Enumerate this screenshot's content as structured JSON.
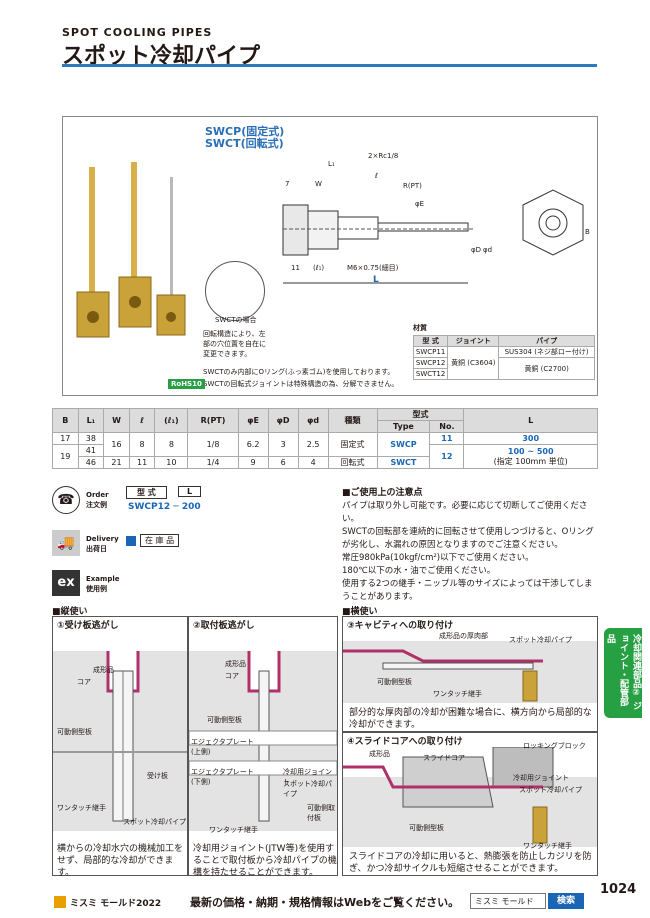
{
  "header": {
    "subtitle_en": "SPOT COOLING PIPES",
    "title_jp": "スポット冷却パイプ"
  },
  "product": {
    "swcp_label": "SWCP(固定式)",
    "swct_label": "SWCT(回転式)",
    "rohs": "RoHS10",
    "swct_case": "SWCTの場合",
    "swct_case_note": "回転構造により、左部の穴位置を自在に変更できます。",
    "note1": "SWCTのみ内部にOリング(ふっ素ゴム)を使用しております。",
    "note2": "SWCTの回転式ジョイントは特殊構造の為、分解できません。"
  },
  "drawing": {
    "L1": "L₁",
    "rc": "2×Rc1/8",
    "seven": "7",
    "w": "W",
    "l": "ℓ",
    "rpt": "R(PT)",
    "phiE": "φE",
    "phiD": "φD",
    "phid": "φd",
    "eleven": "11",
    "l1": "(ℓ₁)",
    "m6": "M6×0.75(細目)",
    "L": "L",
    "B": "B"
  },
  "materials": {
    "title": "材質",
    "headers": [
      "型 式",
      "ジョイント",
      "パイプ"
    ],
    "rows": [
      {
        "type": "SWCP11",
        "joint": "黄銅 (C3604)",
        "pipe": "SUS304 (ネジ部ロー付け)"
      },
      {
        "type": "SWCP12",
        "joint": "",
        "pipe": "黄銅 (C2700)"
      },
      {
        "type": "SWCT12",
        "joint": "",
        "pipe": ""
      }
    ]
  },
  "spec": {
    "headers": [
      "B",
      "L₁",
      "W",
      "ℓ",
      "(ℓ₁)",
      "R(PT)",
      "φE",
      "φD",
      "φd",
      "種類",
      "型式",
      "L"
    ],
    "sub_headers": [
      "Type",
      "No."
    ],
    "r1": {
      "B": "17",
      "L1": "38",
      "W": "16",
      "l": "8",
      "l1": "8",
      "R": "1/8",
      "E": "6.2",
      "D": "3",
      "d": "2.5",
      "kind": "固定式",
      "type": "SWCP",
      "no": "11",
      "L": "300"
    },
    "r2": {
      "B": "19",
      "L1a": "41",
      "L1b": "46",
      "W2": "21",
      "l2": "11",
      "l1b": "10",
      "R2": "1/4",
      "E2": "9",
      "D2": "6",
      "d2": "4",
      "kind2": "回転式",
      "type2": "SWCT",
      "no2": "12",
      "L2a": "100 ~ 500",
      "L2b": "(指定 100mm 単位)"
    }
  },
  "order": {
    "label_jp": "注文例",
    "label_en": "Order",
    "col1": "型 式",
    "col2": "L",
    "example": "SWCP12 ─ 200",
    "delivery_en": "Delivery",
    "delivery_jp": "出荷日",
    "stock": "在 庫 品",
    "example_en": "Example",
    "example_jp": "使用例"
  },
  "cautions": {
    "title": "■ご使用上の注意点",
    "items": [
      "パイプは取り外し可能です。必要に応じて切断してご使用ください。",
      "SWCTの回転部を連続的に回転させて使用しつづけると、Oリングが劣化し、水漏れの原因となりますのでご注意ください。",
      "常圧980kPa(10kgf/cm²)以下でご使用ください。",
      "180℃以下の水・油でご使用ください。",
      "使用する2つの継手・ニップル等のサイズによっては干渉してしまうことがあります。"
    ]
  },
  "usage": {
    "vertical": "■縦使い",
    "horizontal": "■横使い",
    "p1": {
      "title": "①受け板逃がし",
      "labels": [
        "成形品",
        "コア",
        "可動側型板",
        "受け板",
        "ワンタッチ継手",
        "スポット冷却パイプ"
      ],
      "caption": "横からの冷却水穴の機械加工をせず、局部的な冷却ができます。"
    },
    "p2": {
      "title": "②取付板逃がし",
      "labels": [
        "成形品",
        "コア",
        "可動側型板",
        "エジェクタプレート(上側)",
        "エジェクタプレート(下側)",
        "冷却用ジョイント",
        "スポット冷却パイプ",
        "可動側取付板",
        "ワンタッチ継手"
      ],
      "caption": "冷却用ジョイント(JTW等)を使用することで取付板から冷却パイプの機構を持たせることができます。"
    },
    "p3": {
      "title": "③キャビティへの取り付け",
      "labels": [
        "成形品の厚肉部",
        "スポット冷却パイプ",
        "可動側型板",
        "ワンタッチ継手"
      ],
      "caption": "部分的な厚肉部の冷却が困難な場合に、横方向から局部的な冷却ができます。"
    },
    "p4": {
      "title": "④スライドコアへの取り付け",
      "labels": [
        "成形品",
        "スライドコア",
        "ロッキングブロック",
        "冷却用ジョイント",
        "スポット冷却パイプ",
        "可動側型板",
        "ワンタッチ継手"
      ],
      "caption": "スライドコアの冷却に用いると、熱膨張を防止しカジリを防ぎ、かつ冷却サイクルも短縮させることができます。"
    }
  },
  "side_tab": "冷却関連部品② ジョイント・配管部品",
  "footer": {
    "brand": "ミスミ モールド2022",
    "notice": "最新の価格・納期・規格情報はWebをご覧ください。",
    "search_box": "ミスミ モールド",
    "search_btn": "検索",
    "page": "1024"
  },
  "colors": {
    "accent": "#2a7abf",
    "brass": "#c9a23a",
    "green": "#27a043"
  }
}
